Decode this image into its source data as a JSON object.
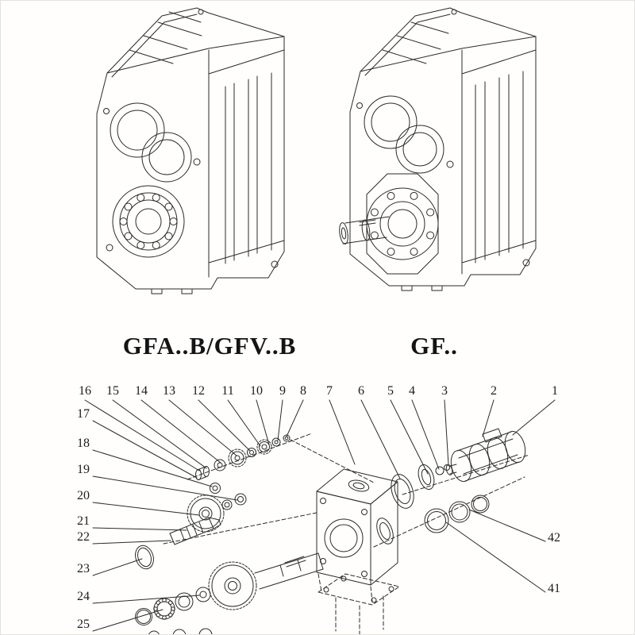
{
  "sheet": {
    "background": "#ffffff",
    "line_color": "#2b2b2b"
  },
  "models": {
    "left_label": "GFA..B/GFV..B",
    "right_label": "GF.."
  },
  "exploded_view": {
    "top_numbers": [
      "16",
      "15",
      "14",
      "13",
      "12",
      "11",
      "10",
      "9",
      "8",
      "7",
      "6",
      "5",
      "4",
      "3",
      "2",
      "1"
    ],
    "left_numbers": [
      "17",
      "18",
      "19",
      "20",
      "21",
      "22",
      "23",
      "24",
      "25"
    ],
    "right_numbers": [
      "42",
      "41"
    ]
  }
}
